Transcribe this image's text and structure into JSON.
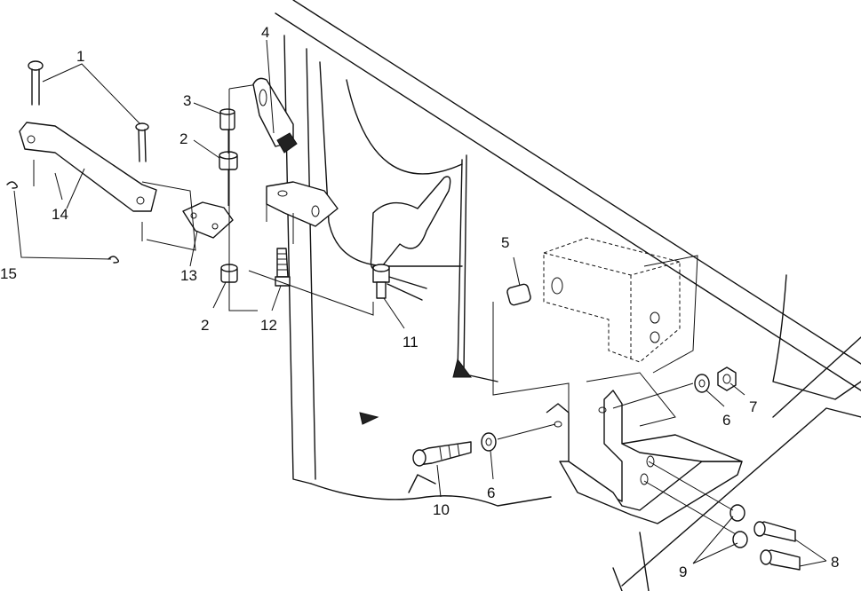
{
  "callouts": [
    {
      "id": "c1",
      "text": "1"
    },
    {
      "id": "c2a",
      "text": "2"
    },
    {
      "id": "c2b",
      "text": "2"
    },
    {
      "id": "c3",
      "text": "3"
    },
    {
      "id": "c4",
      "text": "4"
    },
    {
      "id": "c5",
      "text": "5"
    },
    {
      "id": "c6a",
      "text": "6"
    },
    {
      "id": "c6b",
      "text": "6"
    },
    {
      "id": "c7",
      "text": "7"
    },
    {
      "id": "c8",
      "text": "8"
    },
    {
      "id": "c9",
      "text": "9"
    },
    {
      "id": "c10",
      "text": "10"
    },
    {
      "id": "c11",
      "text": "11"
    },
    {
      "id": "c12",
      "text": "12"
    },
    {
      "id": "c13",
      "text": "13"
    },
    {
      "id": "c14",
      "text": "14"
    },
    {
      "id": "c15",
      "text": "15"
    }
  ]
}
